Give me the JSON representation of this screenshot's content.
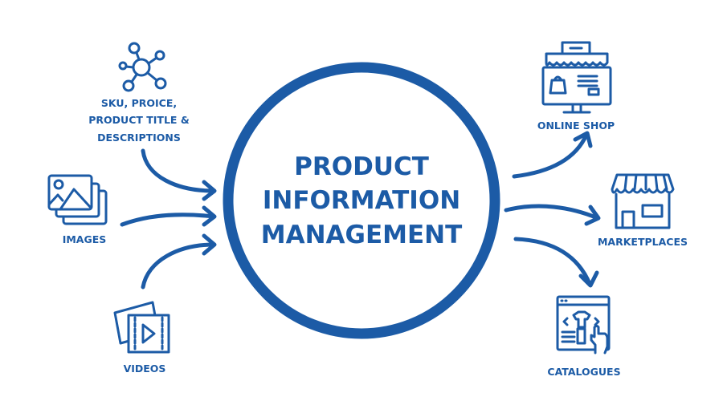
{
  "center": {
    "lines": [
      "PRODUCT",
      "INFORMATION",
      "MANAGEMENT"
    ]
  },
  "inputs": [
    {
      "icon": "network-icon",
      "lines": [
        "SKU, PROICE,",
        "PRODUCT TITLE &",
        "DESCRIPTIONS"
      ]
    },
    {
      "icon": "images-icon",
      "lines": [
        "IMAGES"
      ]
    },
    {
      "icon": "video-icon",
      "lines": [
        "VIDEOS"
      ]
    }
  ],
  "outputs": [
    {
      "icon": "online-shop-icon",
      "lines": [
        "ONLINE SHOP"
      ]
    },
    {
      "icon": "marketplace-store-icon",
      "lines": [
        "MARKETPLACES"
      ]
    },
    {
      "icon": "catalogue-icon",
      "lines": [
        "CATALOGUES"
      ]
    }
  ],
  "colors": {
    "accent": "#1c5ba6",
    "background": "#ffffff"
  }
}
